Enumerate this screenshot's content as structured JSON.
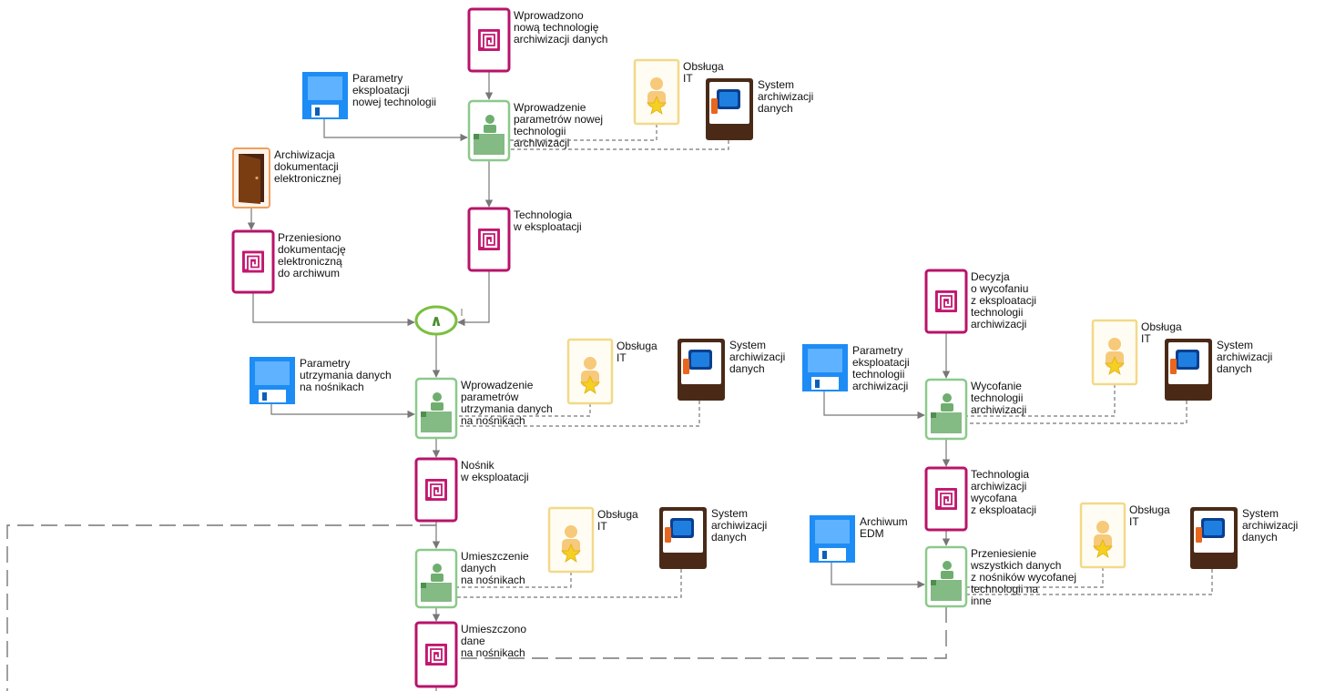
{
  "colors": {
    "event_border": "#b8136a",
    "event_fill": "#ffffff",
    "event_icon": "#c2186f",
    "function_border": "#8cc98c",
    "function_fill": "#ffffff",
    "function_icon": "#6fae6f",
    "document_fill": "#1e8cf5",
    "document_dark": "#0d5fb8",
    "role_border": "#f2d98a",
    "role_figure": "#f7c97a",
    "role_star": "#f5d020",
    "system_fill": "#4a2a17",
    "system_screen": "#1f7fe0",
    "system_card": "#e8661e",
    "link_door": "#7a3d12",
    "link_border": "#f0a060",
    "operator_border": "#7bbf3f",
    "line": "#777777"
  },
  "nodes": [
    {
      "id": "ev1",
      "kind": "event",
      "icon": "spiral-icon",
      "label": [
        "Wprowadzono",
        "nową technologię",
        "archiwizacji danych"
      ]
    },
    {
      "id": "doc1",
      "kind": "document",
      "icon": "floppy-disk-icon",
      "label": [
        "Parametry",
        "eksploatacji",
        "nowej technologii"
      ]
    },
    {
      "id": "fn1",
      "kind": "function",
      "icon": "person-at-desk-icon",
      "label": [
        "Wprowadzenie",
        "parametrów nowej",
        "technologii",
        "archiwizacji"
      ]
    },
    {
      "id": "role1",
      "kind": "role",
      "icon": "person-star-icon",
      "label": [
        "Obsługa",
        "IT"
      ]
    },
    {
      "id": "sys1",
      "kind": "system",
      "icon": "computer-icon",
      "label": [
        "System",
        "archiwizacji",
        "danych"
      ]
    },
    {
      "id": "lnk1",
      "kind": "process-link",
      "icon": "door-icon",
      "label": [
        "Archiwizacja",
        "dokumentacji",
        "elektronicznej"
      ]
    },
    {
      "id": "ev2",
      "kind": "event",
      "icon": "spiral-icon",
      "label": [
        "Technologia",
        "w eksploatacji"
      ]
    },
    {
      "id": "ev3",
      "kind": "event",
      "icon": "spiral-icon",
      "label": [
        "Przeniesiono",
        "dokumentację",
        "elektroniczną",
        "do archiwum"
      ]
    },
    {
      "id": "op1",
      "kind": "operator",
      "symbol": "∧",
      "label": []
    },
    {
      "id": "doc2",
      "kind": "document",
      "icon": "floppy-disk-icon",
      "label": [
        "Parametry",
        "utrzymania danych",
        "na nośnikach"
      ]
    },
    {
      "id": "fn2",
      "kind": "function",
      "icon": "person-at-desk-icon",
      "label": [
        "Wprowadzenie",
        "parametrów",
        "utrzymania danych",
        "na nośnikach"
      ]
    },
    {
      "id": "role2",
      "kind": "role",
      "icon": "person-star-icon",
      "label": [
        "Obsługa",
        "IT"
      ]
    },
    {
      "id": "sys2",
      "kind": "system",
      "icon": "computer-icon",
      "label": [
        "System",
        "archiwizacji",
        "danych"
      ]
    },
    {
      "id": "ev4",
      "kind": "event",
      "icon": "spiral-icon",
      "label": [
        "Nośnik",
        "w eksploatacji"
      ]
    },
    {
      "id": "fn3",
      "kind": "function",
      "icon": "person-at-desk-icon",
      "label": [
        "Umieszczenie",
        "danych",
        "na nośnikach"
      ]
    },
    {
      "id": "role3",
      "kind": "role",
      "icon": "person-star-icon",
      "label": [
        "Obsługa",
        "IT"
      ]
    },
    {
      "id": "sys3",
      "kind": "system",
      "icon": "computer-icon",
      "label": [
        "System",
        "archiwizacji",
        "danych"
      ]
    },
    {
      "id": "ev5",
      "kind": "event",
      "icon": "spiral-icon",
      "label": [
        "Umieszczono",
        "dane",
        "na nośnikach"
      ]
    },
    {
      "id": "ev6",
      "kind": "event",
      "icon": "spiral-icon",
      "label": [
        "Decyzja",
        "o wycofaniu",
        "z eksploatacji",
        "technologii",
        "archiwizacji"
      ]
    },
    {
      "id": "doc3",
      "kind": "document",
      "icon": "floppy-disk-icon",
      "label": [
        "Parametry",
        "eksploatacji",
        "technologii",
        "archiwizacji"
      ]
    },
    {
      "id": "fn4",
      "kind": "function",
      "icon": "person-at-desk-icon",
      "label": [
        "Wycofanie",
        "technologii",
        "archiwizacji"
      ]
    },
    {
      "id": "role4",
      "kind": "role",
      "icon": "person-star-icon",
      "label": [
        "Obsługa",
        "IT"
      ]
    },
    {
      "id": "sys4",
      "kind": "system",
      "icon": "computer-icon",
      "label": [
        "System",
        "archiwizacji",
        "danych"
      ]
    },
    {
      "id": "ev7",
      "kind": "event",
      "icon": "spiral-icon",
      "label": [
        "Technologia",
        "archiwizacji",
        "wycofana",
        "z eksploatacji"
      ]
    },
    {
      "id": "doc4",
      "kind": "document",
      "icon": "floppy-disk-icon",
      "label": [
        "Archiwum",
        "EDM"
      ]
    },
    {
      "id": "fn5",
      "kind": "function",
      "icon": "person-at-desk-icon",
      "label": [
        "Przeniesienie",
        "wszystkich danych",
        "z nośników wycofanej",
        "technologii na",
        "inne"
      ]
    },
    {
      "id": "role5",
      "kind": "role",
      "icon": "person-star-icon",
      "label": [
        "Obsługa",
        "IT"
      ]
    },
    {
      "id": "sys5",
      "kind": "system",
      "icon": "computer-icon",
      "label": [
        "System",
        "archiwizacji",
        "danych"
      ]
    }
  ],
  "edges": [
    {
      "from": "ev1",
      "to": "fn1",
      "style": "flow"
    },
    {
      "from": "doc1",
      "to": "fn1",
      "style": "flow"
    },
    {
      "from": "role1",
      "to": "fn1",
      "style": "assignment"
    },
    {
      "from": "sys1",
      "to": "fn1",
      "style": "assignment"
    },
    {
      "from": "fn1",
      "to": "ev2",
      "style": "flow"
    },
    {
      "from": "lnk1",
      "to": "ev3",
      "style": "flow"
    },
    {
      "from": "ev3",
      "to": "op1",
      "style": "flow"
    },
    {
      "from": "ev2",
      "to": "op1",
      "style": "flow"
    },
    {
      "from": "op1",
      "to": "fn2",
      "style": "flow"
    },
    {
      "from": "doc2",
      "to": "fn2",
      "style": "flow"
    },
    {
      "from": "role2",
      "to": "fn2",
      "style": "assignment"
    },
    {
      "from": "sys2",
      "to": "fn2",
      "style": "assignment"
    },
    {
      "from": "fn2",
      "to": "ev4",
      "style": "flow"
    },
    {
      "from": "ev4",
      "to": "fn3",
      "style": "flow"
    },
    {
      "from": "role3",
      "to": "fn3",
      "style": "assignment"
    },
    {
      "from": "sys3",
      "to": "fn3",
      "style": "assignment"
    },
    {
      "from": "fn3",
      "to": "ev5",
      "style": "flow"
    },
    {
      "from": "ev6",
      "to": "fn4",
      "style": "flow"
    },
    {
      "from": "doc3",
      "to": "fn4",
      "style": "flow"
    },
    {
      "from": "role4",
      "to": "fn4",
      "style": "assignment"
    },
    {
      "from": "sys4",
      "to": "fn4",
      "style": "assignment"
    },
    {
      "from": "fn4",
      "to": "ev7",
      "style": "flow"
    },
    {
      "from": "ev7",
      "to": "fn5",
      "style": "flow"
    },
    {
      "from": "doc4",
      "to": "fn5",
      "style": "flow"
    },
    {
      "from": "role5",
      "to": "fn5",
      "style": "assignment"
    },
    {
      "from": "sys5",
      "to": "fn5",
      "style": "assignment"
    },
    {
      "from": "fn5",
      "to": "ev5",
      "style": "loop"
    }
  ]
}
